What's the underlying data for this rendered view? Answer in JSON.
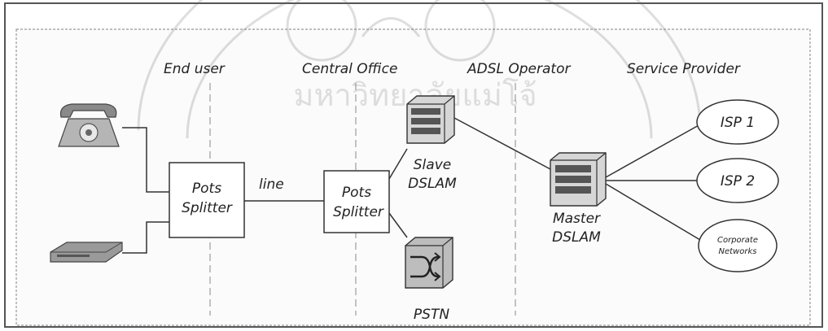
{
  "zones": {
    "end_user": "End user",
    "central_office": "Central Office",
    "adsl_operator": "ADSL Operator",
    "service_provider": "Service Provider"
  },
  "nodes": {
    "pots_splitter_left_1": "Pots",
    "pots_splitter_left_2": "Splitter",
    "pots_splitter_co_1": "Pots",
    "pots_splitter_co_2": "Splitter",
    "line_label": "line",
    "slave_dslam_1": "Slave",
    "slave_dslam_2": "DSLAM",
    "master_dslam_1": "Master",
    "master_dslam_2": "DSLAM",
    "pstn": "PSTN",
    "isp1": "ISP 1",
    "isp2": "ISP 2",
    "corporate_1": "Corporate",
    "corporate_2": "Networks"
  },
  "watermark": {
    "text": "มหาวิทยาลัยแม่โจ้"
  }
}
